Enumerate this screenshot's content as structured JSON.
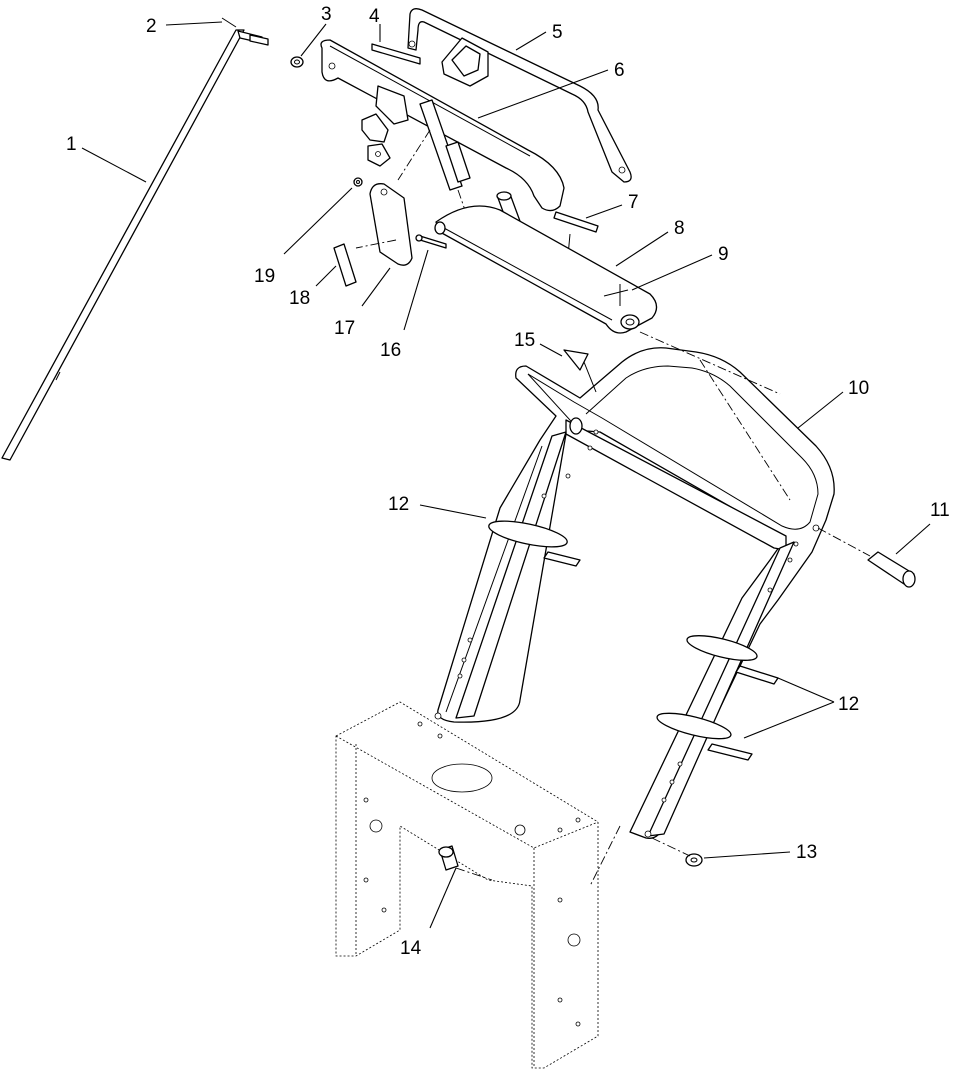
{
  "diagram": {
    "callouts": [
      {
        "id": "c1",
        "label": "1"
      },
      {
        "id": "c2",
        "label": "2"
      },
      {
        "id": "c3",
        "label": "3"
      },
      {
        "id": "c4",
        "label": "4"
      },
      {
        "id": "c5",
        "label": "5"
      },
      {
        "id": "c6",
        "label": "6"
      },
      {
        "id": "c7",
        "label": "7"
      },
      {
        "id": "c8",
        "label": "8"
      },
      {
        "id": "c9",
        "label": "9"
      },
      {
        "id": "c10",
        "label": "10"
      },
      {
        "id": "c11",
        "label": "11"
      },
      {
        "id": "c12a",
        "label": "12"
      },
      {
        "id": "c12b",
        "label": "12"
      },
      {
        "id": "c13",
        "label": "13"
      },
      {
        "id": "c14",
        "label": "14"
      },
      {
        "id": "c15",
        "label": "15"
      },
      {
        "id": "c16",
        "label": "16"
      },
      {
        "id": "c17",
        "label": "17"
      },
      {
        "id": "c18",
        "label": "18"
      },
      {
        "id": "c19",
        "label": "19"
      }
    ]
  }
}
